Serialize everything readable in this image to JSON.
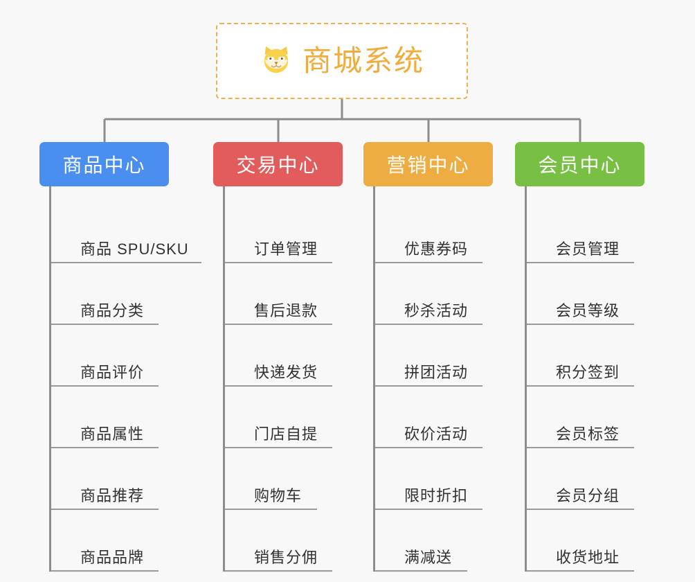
{
  "diagram": {
    "title": "商城系统",
    "background_color": "#f8f8f8",
    "connector_color": "#8c8c8c"
  },
  "root": {
    "label": "商城系统",
    "icon": "shiba-dog-icon",
    "text_color": "#f0ad3e",
    "border_color": "#eeae52",
    "background_color": "#ffffff"
  },
  "categories": [
    {
      "label": "商品中心",
      "color": "#4a8ef0",
      "items": [
        {
          "label": "商品 SPU/SKU"
        },
        {
          "label": "商品分类"
        },
        {
          "label": "商品评价"
        },
        {
          "label": "商品属性"
        },
        {
          "label": "商品推荐"
        },
        {
          "label": "商品品牌"
        }
      ]
    },
    {
      "label": "交易中心",
      "color": "#e25c5c",
      "items": [
        {
          "label": "订单管理"
        },
        {
          "label": "售后退款"
        },
        {
          "label": "快递发货"
        },
        {
          "label": "门店自提"
        },
        {
          "label": "购物车"
        },
        {
          "label": "销售分佣"
        }
      ]
    },
    {
      "label": "营销中心",
      "color": "#eead42",
      "items": [
        {
          "label": "优惠券码"
        },
        {
          "label": "秒杀活动"
        },
        {
          "label": "拼团活动"
        },
        {
          "label": "砍价活动"
        },
        {
          "label": "限时折扣"
        },
        {
          "label": "满减送"
        }
      ]
    },
    {
      "label": "会员中心",
      "color": "#77c043",
      "items": [
        {
          "label": "会员管理"
        },
        {
          "label": "会员等级"
        },
        {
          "label": "积分签到"
        },
        {
          "label": "会员标签"
        },
        {
          "label": "会员分组"
        },
        {
          "label": "收货地址"
        }
      ]
    }
  ]
}
